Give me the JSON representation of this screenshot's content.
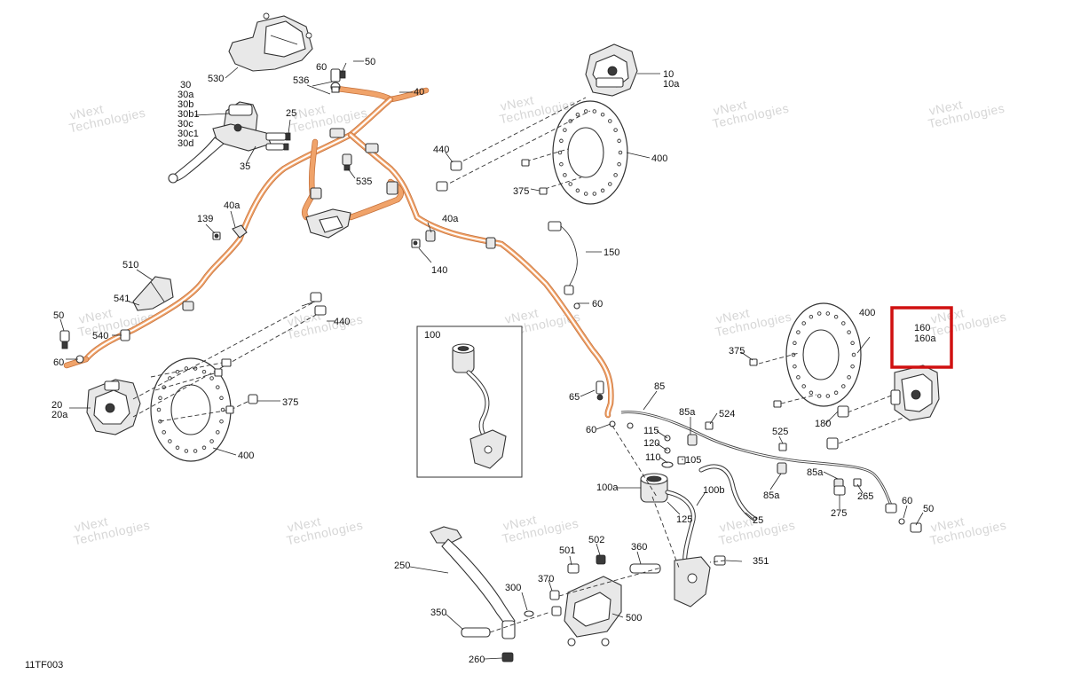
{
  "diagram_code": "11TF003",
  "watermark": {
    "line1": "vNext",
    "line2": "Technologies"
  },
  "inset_label": "100",
  "highlight_labels": [
    "160",
    "160a"
  ],
  "labels": {
    "l530": "530",
    "l30": "30",
    "l30a": "30a",
    "l30b": "30b",
    "l30b1": "30b1",
    "l30c": "30c",
    "l30c1": "30c1",
    "l30d": "30d",
    "l35": "35",
    "l25": "25",
    "l536": "536",
    "l60a": "60",
    "l50a": "50",
    "l40": "40",
    "l535": "535",
    "l139": "139",
    "l40a_1": "40a",
    "l40a_2": "40a",
    "l140": "140",
    "l510": "510",
    "l541": "541",
    "l540": "540",
    "l50b": "50",
    "l60b": "60",
    "l440a": "440",
    "l440b": "440",
    "l20": "20",
    "l20a": "20a",
    "l375a": "375",
    "l400a": "400",
    "l10": "10",
    "l10a": "10a",
    "l400b": "400",
    "l375b": "375",
    "l150": "150",
    "l60c": "60",
    "l65": "65",
    "l60d": "60",
    "l85": "85",
    "l85a_1": "85a",
    "l524": "524",
    "l115": "115",
    "l120": "120",
    "l110": "110",
    "l105": "105",
    "l525": "525",
    "l85a_2": "85a",
    "l85a_3": "85a",
    "l100a": "100a",
    "l100b": "100b",
    "l125": "125",
    "l25b": "25",
    "l400c": "400",
    "l375c": "375",
    "l180": "180",
    "l275": "275",
    "l265": "265",
    "l60e": "60",
    "l50c": "50",
    "l250": "250",
    "l501": "501",
    "l502": "502",
    "l360": "360",
    "l351": "351",
    "l370": "370",
    "l300": "300",
    "l350": "350",
    "l500": "500",
    "l260": "260"
  },
  "colors": {
    "brake_line": "#f0a36a",
    "highlight": "#d01010"
  }
}
